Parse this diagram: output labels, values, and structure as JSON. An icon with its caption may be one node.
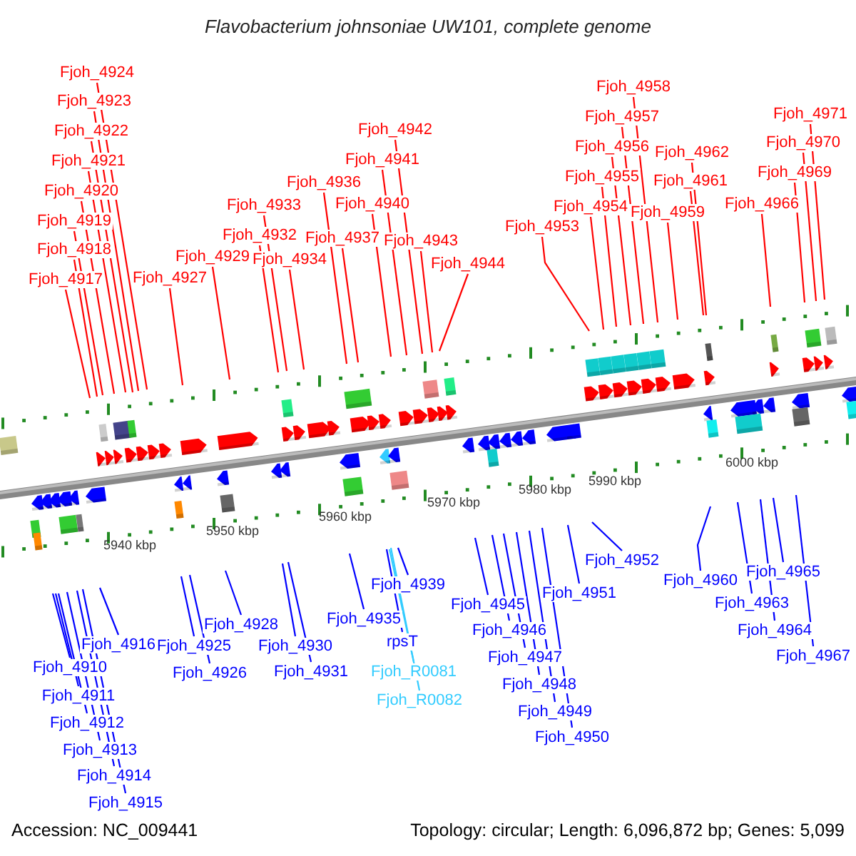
{
  "diagram": {
    "title": "Flavobacterium johnsoniae UW101, complete genome",
    "nodes": [
      {
        "text": [
          "Fjoh_4924"
        ]
      },
      {
        "text": [
          "Fjoh_4923"
        ]
      },
      {
        "text": [
          "Fjoh_4922"
        ]
      },
      {
        "text": [
          "Fjoh_4921"
        ]
      },
      {
        "text": [
          "Fjoh_4920"
        ]
      },
      {
        "text": [
          "Fjoh_4919"
        ]
      },
      {
        "text": [
          "Fjoh_4918"
        ]
      },
      {
        "text": [
          "Fjoh_4917"
        ]
      },
      {
        "text": [
          "Fjoh_4927"
        ]
      },
      {
        "text": [
          "Fjoh_4929"
        ]
      },
      {
        "text": [
          "Fjoh_4933"
        ]
      },
      {
        "text": [
          "Fjoh_4932"
        ]
      },
      {
        "text": [
          "Fjoh_4934"
        ]
      },
      {
        "text": [
          "Fjoh_4936"
        ]
      },
      {
        "text": [
          "Fjoh_4937"
        ]
      },
      {
        "text": [
          "Fjoh_4942"
        ]
      },
      {
        "text": [
          "Fjoh_4941"
        ]
      },
      {
        "text": [
          "Fjoh_4940"
        ]
      },
      {
        "text": [
          "Fjoh_4943"
        ]
      },
      {
        "text": [
          "Fjoh_4944"
        ]
      },
      {
        "text": [
          "Fjoh_4958"
        ]
      },
      {
        "text": [
          "Fjoh_4957"
        ]
      },
      {
        "text": [
          "Fjoh_4956"
        ]
      },
      {
        "text": [
          "Fjoh_4955"
        ]
      },
      {
        "text": [
          "Fjoh_4954"
        ]
      },
      {
        "text": [
          "Fjoh_4953"
        ]
      },
      {
        "text": [
          "Fjoh_4962"
        ]
      },
      {
        "text": [
          "Fjoh_4961"
        ]
      },
      {
        "text": [
          "Fjoh_4959"
        ]
      },
      {
        "text": [
          "Fjoh_4966"
        ]
      },
      {
        "text": [
          "Fjoh_4971"
        ]
      },
      {
        "text": [
          "Fjoh_4970"
        ]
      },
      {
        "text": [
          "Fjoh_4969"
        ]
      },
      {
        "text": [
          "Fjoh_4916"
        ]
      },
      {
        "text": [
          "Fjoh_4910"
        ]
      },
      {
        "text": [
          "Fjoh_4911"
        ]
      },
      {
        "text": [
          "Fjoh_4912"
        ]
      },
      {
        "text": [
          "Fjoh_4913"
        ]
      },
      {
        "text": [
          "Fjoh_4914"
        ]
      },
      {
        "text": [
          "Fjoh_4915"
        ]
      },
      {
        "text": [
          "Fjoh_4925"
        ]
      },
      {
        "text": [
          "Fjoh_4926"
        ]
      },
      {
        "text": [
          "Fjoh_4928"
        ]
      },
      {
        "text": [
          "Fjoh_4930"
        ]
      },
      {
        "text": [
          "Fjoh_4931"
        ]
      },
      {
        "text": [
          "Fjoh_4935"
        ]
      },
      {
        "text": [
          "Fjoh_4939"
        ]
      },
      {
        "text": [
          "rpsT"
        ]
      },
      {
        "text": [
          "Fjoh_R0081"
        ]
      },
      {
        "text": [
          "Fjoh_R0082"
        ]
      },
      {
        "text": [
          "Fjoh_4945"
        ]
      },
      {
        "text": [
          "Fjoh_4946"
        ]
      },
      {
        "text": [
          "Fjoh_4947"
        ]
      },
      {
        "text": [
          "Fjoh_4948"
        ]
      },
      {
        "text": [
          "Fjoh_4949"
        ]
      },
      {
        "text": [
          "Fjoh_4950"
        ]
      },
      {
        "text": [
          "Fjoh_4951"
        ]
      },
      {
        "text": [
          "Fjoh_4952"
        ]
      },
      {
        "text": [
          "Fjoh_4960"
        ]
      },
      {
        "text": [
          "Fjoh_4963"
        ]
      },
      {
        "text": [
          "Fjoh_4964"
        ]
      },
      {
        "text": [
          "Fjoh_4965"
        ]
      },
      {
        "text": [
          "Fjoh_4967"
        ]
      }
    ],
    "edges": [
      {
        "from": 0,
        "to": null,
        "arrow": "none"
      },
      {
        "from": 1,
        "to": null,
        "arrow": "none"
      },
      {
        "from": 2,
        "to": null,
        "arrow": "none"
      },
      {
        "from": 3,
        "to": null,
        "arrow": "none"
      },
      {
        "from": 4,
        "to": null,
        "arrow": "none"
      },
      {
        "from": 5,
        "to": null,
        "arrow": "none"
      },
      {
        "from": 6,
        "to": null,
        "arrow": "none"
      },
      {
        "from": 7,
        "to": null,
        "arrow": "none"
      },
      {
        "from": 8,
        "to": null,
        "arrow": "none"
      },
      {
        "from": 9,
        "to": null,
        "arrow": "none"
      },
      {
        "from": 10,
        "to": null,
        "arrow": "none"
      },
      {
        "from": 11,
        "to": null,
        "arrow": "none"
      },
      {
        "from": 12,
        "to": null,
        "arrow": "none"
      },
      {
        "from": 13,
        "to": null,
        "arrow": "none"
      },
      {
        "from": 14,
        "to": null,
        "arrow": "none"
      },
      {
        "from": 15,
        "to": null,
        "arrow": "none"
      },
      {
        "from": 16,
        "to": null,
        "arrow": "none"
      },
      {
        "from": 17,
        "to": null,
        "arrow": "none"
      },
      {
        "from": 18,
        "to": null,
        "arrow": "none"
      },
      {
        "from": 19,
        "to": null,
        "arrow": "none"
      },
      {
        "from": 20,
        "to": null,
        "arrow": "none"
      },
      {
        "from": 21,
        "to": null,
        "arrow": "none"
      },
      {
        "from": 22,
        "to": null,
        "arrow": "none"
      },
      {
        "from": 23,
        "to": null,
        "arrow": "none"
      },
      {
        "from": 24,
        "to": null,
        "arrow": "none"
      },
      {
        "from": 25,
        "to": null,
        "arrow": "none"
      },
      {
        "from": 26,
        "to": null,
        "arrow": "none"
      },
      {
        "from": 27,
        "to": null,
        "arrow": "none"
      },
      {
        "from": 28,
        "to": null,
        "arrow": "none"
      },
      {
        "from": 29,
        "to": null,
        "arrow": "none"
      },
      {
        "from": 30,
        "to": null,
        "arrow": "none"
      },
      {
        "from": 31,
        "to": null,
        "arrow": "none"
      },
      {
        "from": 32,
        "to": null,
        "arrow": "none"
      },
      {
        "from": 33,
        "to": null,
        "arrow": "none",
        "color": "#0000ff"
      },
      {
        "from": 34,
        "to": null,
        "arrow": "none",
        "color": "#0000ff"
      },
      {
        "from": 35,
        "to": null,
        "arrow": "none",
        "color": "#0000ff"
      },
      {
        "from": 36,
        "to": null,
        "arrow": "none",
        "color": "#0000ff"
      },
      {
        "from": 37,
        "to": null,
        "arrow": "none",
        "color": "#0000ff"
      },
      {
        "from": 38,
        "to": null,
        "arrow": "none",
        "color": "#0000ff"
      },
      {
        "from": 39,
        "to": null,
        "arrow": "none",
        "color": "#0000ff"
      },
      {
        "from": 40,
        "to": null,
        "arrow": "none",
        "color": "#0000ff"
      },
      {
        "from": 41,
        "to": null,
        "arrow": "none",
        "color": "#0000ff"
      },
      {
        "from": 42,
        "to": null,
        "arrow": "none",
        "color": "#0000ff"
      },
      {
        "from": 43,
        "to": null,
        "arrow": "none",
        "color": "#0000ff"
      },
      {
        "from": 44,
        "to": null,
        "arrow": "none",
        "color": "#0000ff"
      },
      {
        "from": 45,
        "to": null,
        "arrow": "none",
        "color": "#0000ff"
      },
      {
        "from": 46,
        "to": null,
        "arrow": "none",
        "color": "#0000ff"
      },
      {
        "from": 47,
        "to": null,
        "arrow": "none",
        "color": "#0000ff"
      },
      {
        "from": 48,
        "to": null,
        "arrow": "none",
        "color": "#33ccff"
      },
      {
        "from": 49,
        "to": null,
        "arrow": "none",
        "color": "#33ccff"
      },
      {
        "from": 50,
        "to": null,
        "arrow": "none",
        "color": "#0000ff"
      },
      {
        "from": 51,
        "to": null,
        "arrow": "none",
        "color": "#0000ff"
      },
      {
        "from": 52,
        "to": null,
        "arrow": "none",
        "color": "#0000ff"
      },
      {
        "from": 53,
        "to": null,
        "arrow": "none",
        "color": "#0000ff"
      },
      {
        "from": 54,
        "to": null,
        "arrow": "none",
        "color": "#0000ff"
      },
      {
        "from": 55,
        "to": null,
        "arrow": "none",
        "color": "#0000ff"
      },
      {
        "from": 56,
        "to": null,
        "arrow": "none",
        "color": "#0000ff"
      },
      {
        "from": 57,
        "to": null,
        "arrow": "none",
        "color": "#0000ff"
      },
      {
        "from": 58,
        "to": null,
        "arrow": "none",
        "color": "#0000ff"
      },
      {
        "from": 59,
        "to": null,
        "arrow": "none",
        "color": "#0000ff"
      },
      {
        "from": 60,
        "to": null,
        "arrow": "none",
        "color": "#0000ff"
      },
      {
        "from": 61,
        "to": null,
        "arrow": "none",
        "color": "#0000ff"
      },
      {
        "from": 62,
        "to": null,
        "arrow": "none",
        "color": "#0000ff"
      }
    ],
    "labels": [
      "5940 kbp",
      "5950 kbp",
      "5960 kbp",
      "5970 kbp",
      "5980 kbp",
      "5990 kbp",
      "6000 kbp",
      "Accession: NC_009441",
      "Topology: circular; Length: 6,096,872 bp; Genes: 5,099"
    ]
  }
}
